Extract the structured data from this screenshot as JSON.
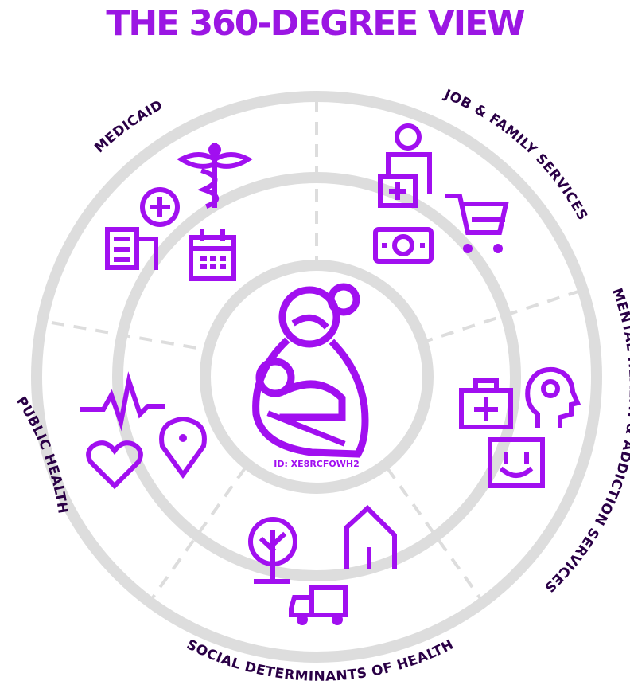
{
  "title": "THE 360-DEGREE VIEW",
  "segments": {
    "medicaid": "MEDICAID",
    "job_family": "JOB & FAMILY SERVICES",
    "mental_health": "MENTAL HEALTH & ADDICTION SERVICES",
    "social_determinants": "SOCIAL DETERMINANTS OF HEALTH",
    "public_health": "PUBLIC HEALTH"
  },
  "center_id": "ID: XE8RCFOWH2",
  "colors": {
    "accent": "#a10ff0",
    "ring": "#dddddd",
    "label": "#2a0046"
  },
  "icons": {
    "medicaid": [
      "caduceus-icon",
      "hospital-icon",
      "calendar-icon"
    ],
    "job_family": [
      "caseworker-icon",
      "money-icon",
      "shopping-cart-icon"
    ],
    "mental_health": [
      "first-aid-kit-icon",
      "mind-gear-icon",
      "smiley-icon"
    ],
    "social_determinants": [
      "tree-icon",
      "house-icon",
      "truck-icon"
    ],
    "public_health": [
      "heartbeat-icon",
      "heart-icon",
      "location-pin-icon"
    ],
    "center": "mother-and-child-icon"
  }
}
